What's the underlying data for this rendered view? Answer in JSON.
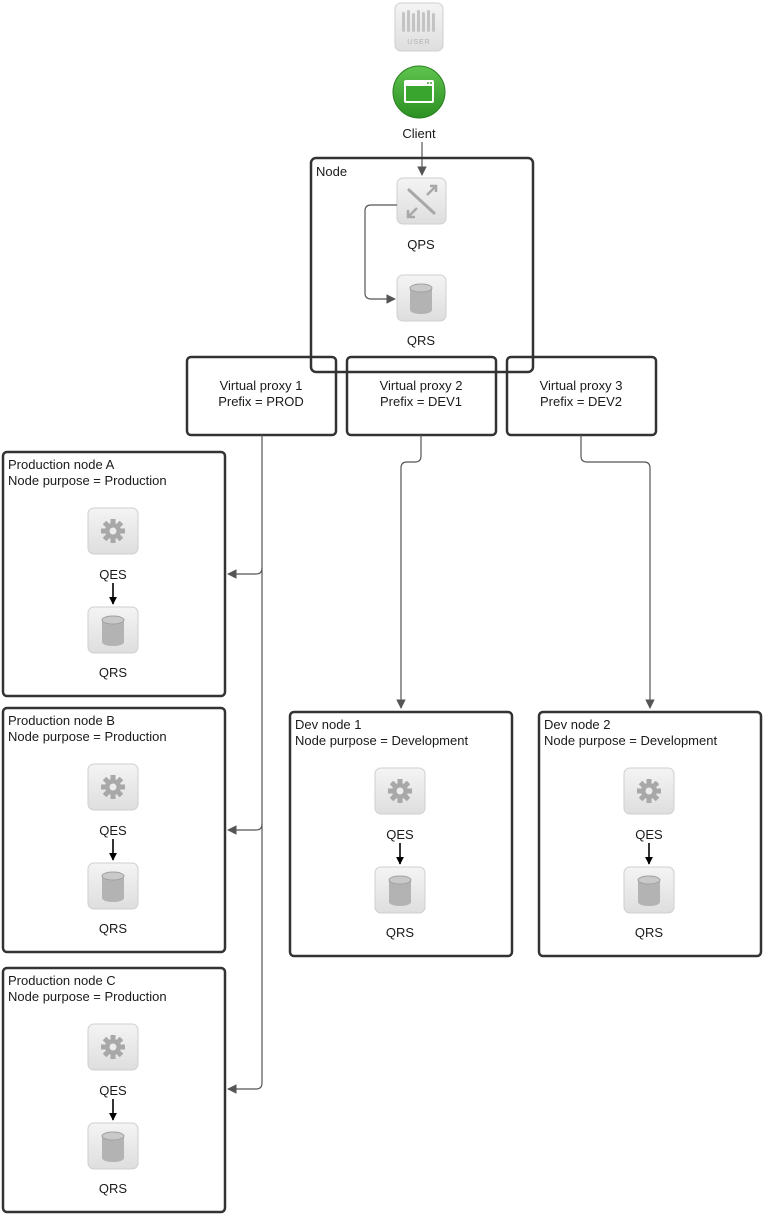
{
  "user": {
    "label": "USER"
  },
  "client": {
    "label": "Client"
  },
  "central_node": {
    "title": "Node",
    "qps_label": "QPS",
    "qrs_label": "QRS"
  },
  "virtual_proxies": [
    {
      "line1": "Virtual proxy 1",
      "line2": "Prefix = PROD"
    },
    {
      "line1": "Virtual proxy 2",
      "line2": "Prefix = DEV1"
    },
    {
      "line1": "Virtual proxy 3",
      "line2": "Prefix = DEV2"
    }
  ],
  "production_nodes": [
    {
      "title": "Production node A",
      "purpose": "Node purpose = Production",
      "qes": "QES",
      "qrs": "QRS"
    },
    {
      "title": "Production node B",
      "purpose": "Node purpose = Production",
      "qes": "QES",
      "qrs": "QRS"
    },
    {
      "title": "Production node C",
      "purpose": "Node purpose = Production",
      "qes": "QES",
      "qrs": "QRS"
    }
  ],
  "dev_nodes": [
    {
      "title": "Dev node 1",
      "purpose": "Node purpose = Development",
      "qes": "QES",
      "qrs": "QRS"
    },
    {
      "title": "Dev node 2",
      "purpose": "Node purpose = Development",
      "qes": "QES",
      "qrs": "QRS"
    }
  ],
  "colors": {
    "box_stroke": "#333333",
    "connector": "#666666",
    "client_green": "#33a02c",
    "icon_bg": "#ececec",
    "icon_fg": "#a8a8a8"
  }
}
